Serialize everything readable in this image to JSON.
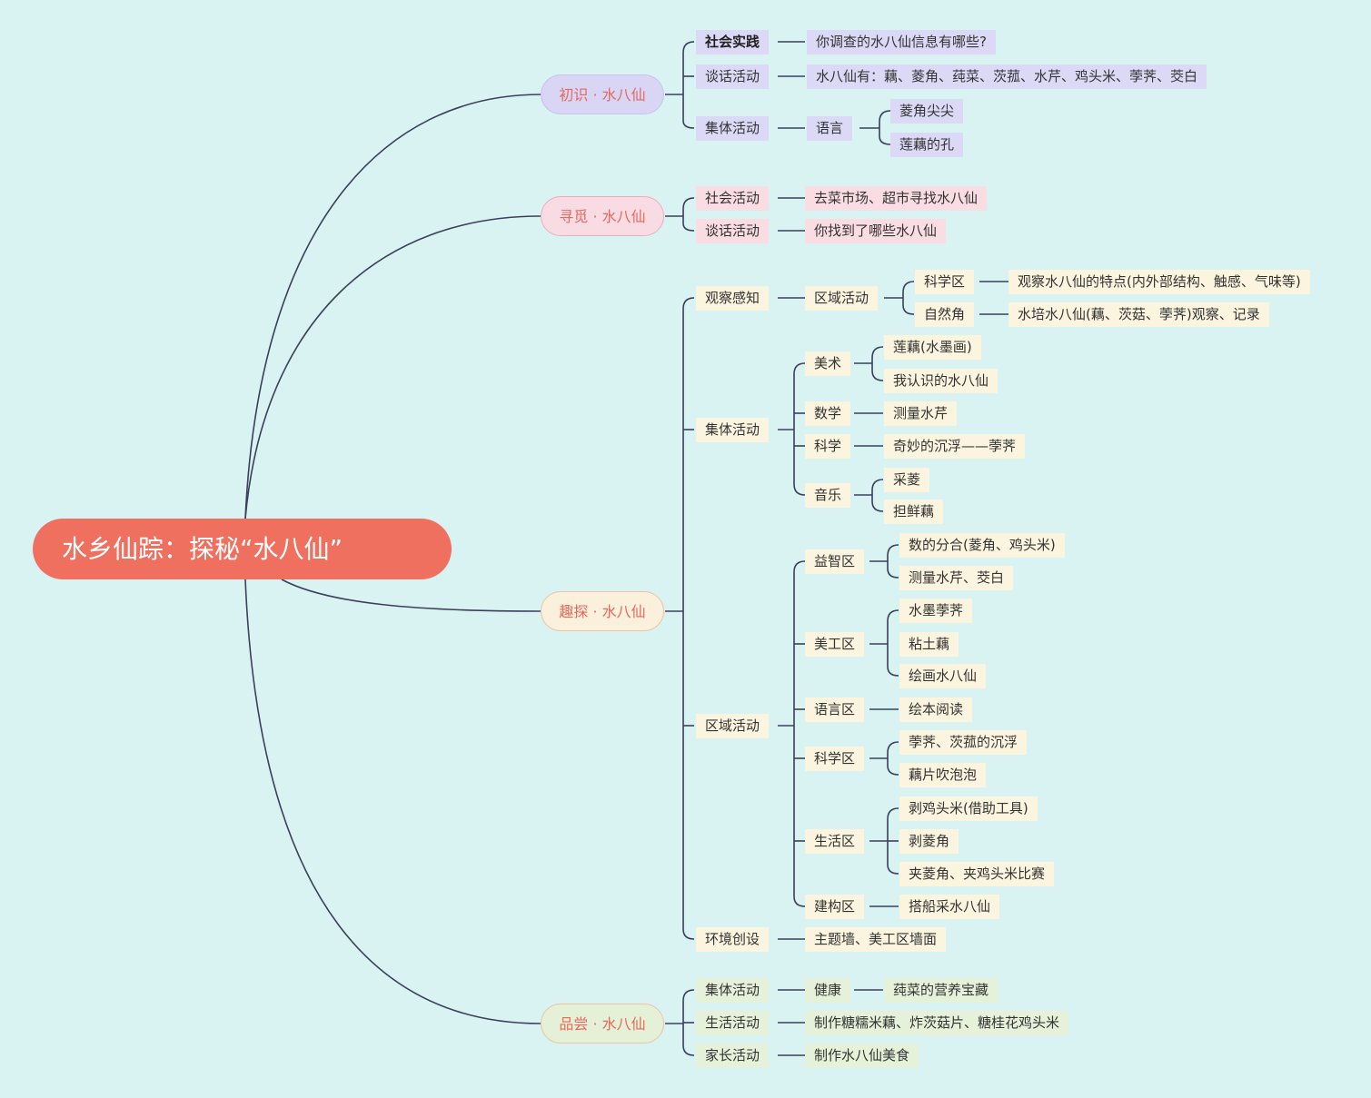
{
  "central": "水乡仙踪：探秘“水八仙”",
  "branches": [
    {
      "label": "初识 · 水八仙",
      "children": [
        {
          "label": "社会实践",
          "children": [
            {
              "label": "你调查的水八仙信息有哪些?"
            }
          ]
        },
        {
          "label": "谈话活动",
          "children": [
            {
              "label": "水八仙有：藕、菱角、莼菜、茨菰、水芹、鸡头米、荸荠、茭白"
            }
          ]
        },
        {
          "label": "集体活动",
          "children": [
            {
              "label": "语言",
              "children": [
                {
                  "label": "菱角尖尖"
                },
                {
                  "label": "莲藕的孔"
                }
              ]
            }
          ]
        }
      ]
    },
    {
      "label": "寻觅 · 水八仙",
      "children": [
        {
          "label": "社会活动",
          "children": [
            {
              "label": "去菜市场、超市寻找水八仙"
            }
          ]
        },
        {
          "label": "谈话活动",
          "children": [
            {
              "label": "你找到了哪些水八仙"
            }
          ]
        }
      ]
    },
    {
      "label": "趣探 · 水八仙",
      "children": [
        {
          "label": "观察感知",
          "children": [
            {
              "label": "区域活动",
              "children": [
                {
                  "label": "科学区",
                  "children": [
                    {
                      "label": "观察水八仙的特点(内外部结构、触感、气味等)"
                    }
                  ]
                },
                {
                  "label": "自然角",
                  "children": [
                    {
                      "label": "水培水八仙(藕、茨菇、荸荠)观察、记录"
                    }
                  ]
                }
              ]
            }
          ]
        },
        {
          "label": "集体活动",
          "children": [
            {
              "label": "美术",
              "children": [
                {
                  "label": "莲藕(水墨画)"
                },
                {
                  "label": "我认识的水八仙"
                }
              ]
            },
            {
              "label": "数学",
              "children": [
                {
                  "label": "测量水芹"
                }
              ]
            },
            {
              "label": "科学",
              "children": [
                {
                  "label": "奇妙的沉浮——荸荠"
                }
              ]
            },
            {
              "label": "音乐",
              "children": [
                {
                  "label": "采菱"
                },
                {
                  "label": "担鲜藕"
                }
              ]
            }
          ]
        },
        {
          "label": "区域活动",
          "children": [
            {
              "label": "益智区",
              "children": [
                {
                  "label": "数的分合(菱角、鸡头米)"
                },
                {
                  "label": "测量水芹、茭白"
                }
              ]
            },
            {
              "label": "美工区",
              "children": [
                {
                  "label": "水墨荸荠"
                },
                {
                  "label": "粘土藕"
                },
                {
                  "label": "绘画水八仙"
                }
              ]
            },
            {
              "label": "语言区",
              "children": [
                {
                  "label": "绘本阅读"
                }
              ]
            },
            {
              "label": "科学区",
              "children": [
                {
                  "label": "荸荠、茨菰的沉浮"
                },
                {
                  "label": "藕片吹泡泡"
                }
              ]
            },
            {
              "label": "生活区",
              "children": [
                {
                  "label": "剥鸡头米(借助工具)"
                },
                {
                  "label": "剥菱角"
                },
                {
                  "label": "夹菱角、夹鸡头米比赛"
                }
              ]
            },
            {
              "label": "建构区",
              "children": [
                {
                  "label": "搭船采水八仙"
                }
              ]
            }
          ]
        },
        {
          "label": "环境创设",
          "children": [
            {
              "label": "主题墙、美工区墙面"
            }
          ]
        }
      ]
    },
    {
      "label": "品尝 · 水八仙",
      "children": [
        {
          "label": "集体活动",
          "children": [
            {
              "label": "健康",
              "children": [
                {
                  "label": "莼菜的营养宝藏"
                }
              ]
            }
          ]
        },
        {
          "label": "生活活动",
          "children": [
            {
              "label": "制作糖糯米藕、炸茨菇片、糖桂花鸡头米"
            }
          ]
        },
        {
          "label": "家长活动",
          "children": [
            {
              "label": "制作水八仙美食"
            }
          ]
        }
      ]
    }
  ],
  "colors": {
    "background": "#d9f3f3",
    "central": "#f07060",
    "connector": "#3b3f5c",
    "branch1": "#dcd9f6",
    "branch2": "#f9dde3",
    "branch3": "#fbf4df",
    "branch4": "#e5f2d9",
    "main_text": "#e7685e"
  }
}
